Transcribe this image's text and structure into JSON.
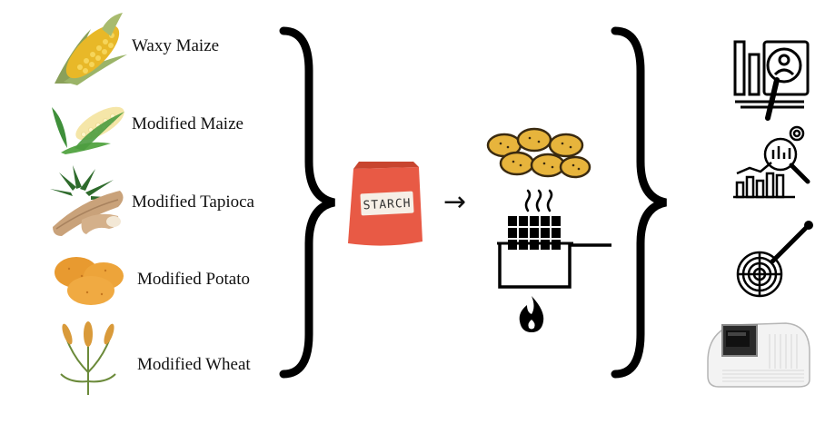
{
  "sources": [
    {
      "label": "Waxy Maize",
      "icon": "corn-cob-icon"
    },
    {
      "label": "Modified Maize",
      "icon": "corn-icon"
    },
    {
      "label": "Modified Tapioca",
      "icon": "cassava-icon"
    },
    {
      "label": "Modified Potato",
      "icon": "potato-icon"
    },
    {
      "label": "Modified Wheat",
      "icon": "wheat-icon"
    }
  ],
  "starch_bag": {
    "label": "STARCH",
    "color": "#e85a45"
  },
  "process": {
    "arrow": "→"
  },
  "analysis_icons": [
    "profile-analysis-icon",
    "data-analytics-icon",
    "texture-probe-icon",
    "spectrophotometer-icon"
  ]
}
